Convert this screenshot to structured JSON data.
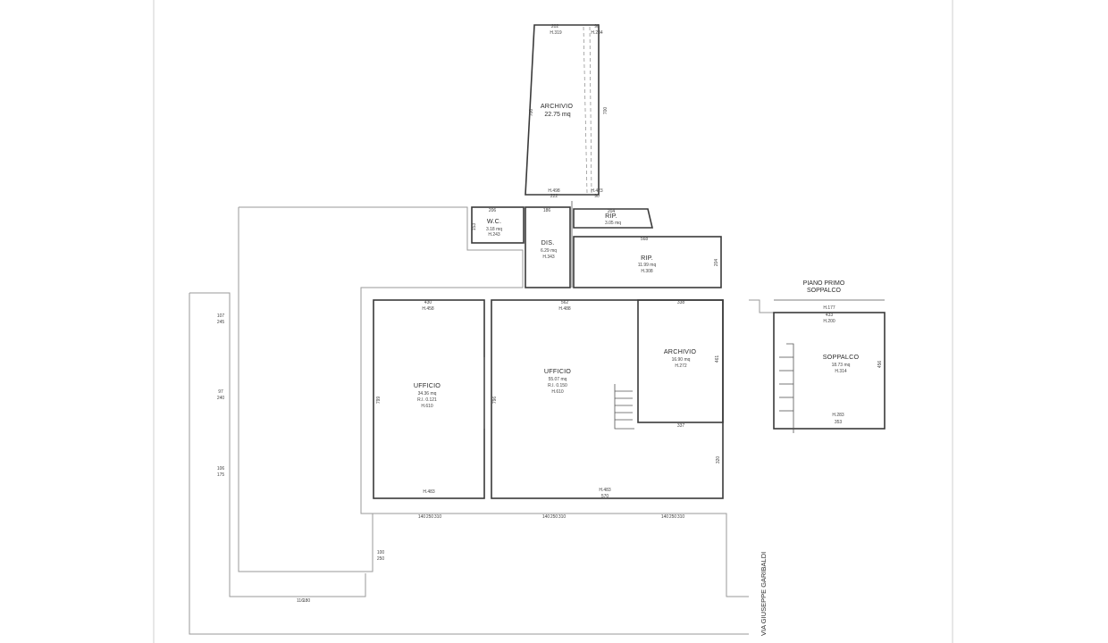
{
  "rooms": {
    "archivio_top": {
      "name": "ARCHIVIO",
      "area": "22.75 mq"
    },
    "wc": {
      "name": "W.C.",
      "area": "3.18 mq",
      "height": "H.243"
    },
    "rip_small": {
      "name": "RIP.",
      "area": "3.05 mq"
    },
    "dis": {
      "name": "DIS.",
      "area": "6.29 mq",
      "height": "H.343"
    },
    "rip_large": {
      "name": "RIP.",
      "area": "11.99 mq",
      "height": "H.308"
    },
    "ufficio_left": {
      "name": "UFFICIO",
      "area": "34.36 mq",
      "ri": "R.I. 0.121",
      "height": "H.610"
    },
    "ufficio_center": {
      "name": "UFFICIO",
      "area": "55.07 mq",
      "ri": "R.I. 0.150",
      "height": "H.610"
    },
    "archivio_right": {
      "name": "ARCHIVIO",
      "area": "16.90 mq",
      "height": "H.272"
    },
    "soppalco": {
      "name": "SOPPALCO",
      "area": "18.73 mq",
      "height": "H.314"
    }
  },
  "mezzanine": {
    "title_line1": "PIANO PRIMO",
    "title_line2": "SOPPALCO",
    "h_top": "H.177",
    "h_mid": "H.200",
    "h_bottom": "H.283",
    "dim_top": "433",
    "dim_bottom": "353",
    "dim_side": "456"
  },
  "street_label": "VIA GIUSEPPE GARIBALDI",
  "heights": {
    "archivio_top_left": "H.319",
    "archivio_top_right": "H.234",
    "archivio_bottom_left": "H.498",
    "archivio_bottom_right": "H.423",
    "ufficio_left_top": "H.458",
    "ufficio_left_bottom": "H.483",
    "ufficio_center_top": "H.488",
    "ufficio_center_bottom": "H.483"
  },
  "dims": {
    "d202": "202",
    "d90_top": "90",
    "d222": "222",
    "d90_bottom": "90",
    "d700_left": "700",
    "d700_right": "700",
    "d206": "206",
    "d153": "153",
    "d186": "186",
    "d204": "204",
    "d568": "568",
    "d204_side": "204",
    "d430": "430",
    "d562": "562",
    "d338": "338",
    "d461": "461",
    "d337": "337",
    "d320": "320",
    "d799": "799",
    "d796": "796",
    "d570": "570",
    "w1_a": "107",
    "w1_b": "245",
    "w2_a": "97",
    "w2_b": "240",
    "w3_a": "106",
    "w3_b": "175",
    "w4_a": "100",
    "w4_b": "250",
    "w5_a": "116",
    "w5_b": "180",
    "win1_a": "140",
    "win1_b": "250",
    "win1_c": "310",
    "win2_a": "140",
    "win2_b": "250",
    "win2_c": "310",
    "win3_a": "140",
    "win3_b": "250",
    "win3_c": "310"
  }
}
